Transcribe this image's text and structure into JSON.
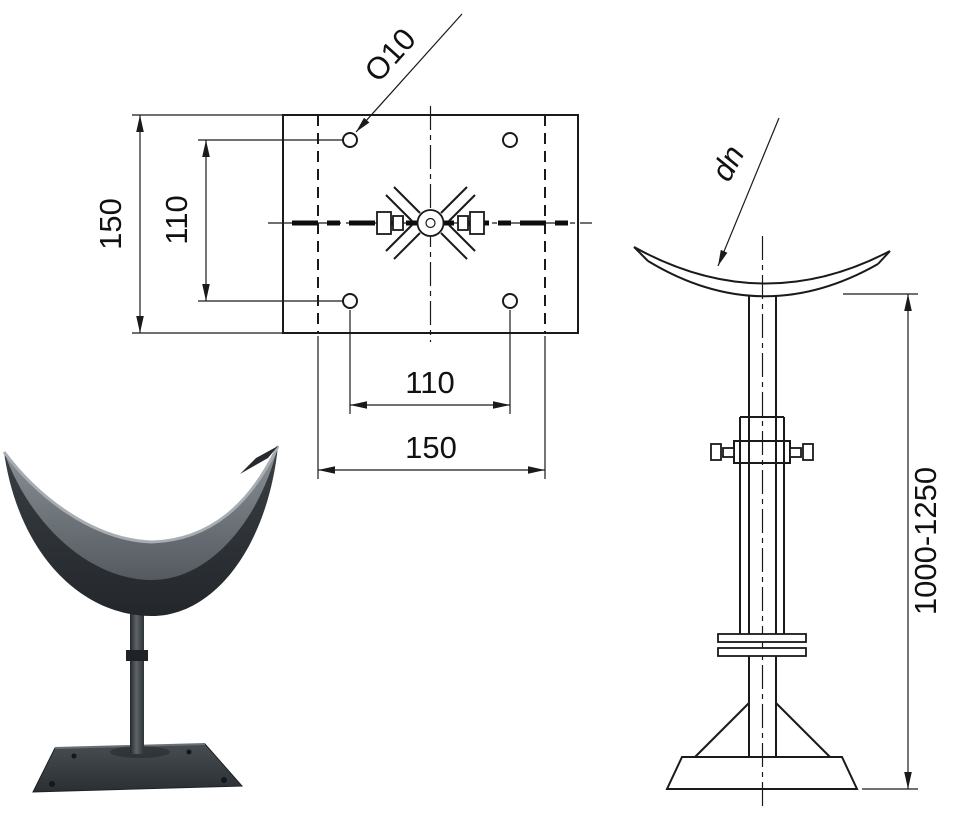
{
  "page": {
    "background": "#ffffff",
    "line_color": "#1a1a1a",
    "photo_dark": "#34383d",
    "photo_mid": "#6e757b",
    "photo_light": "#a7adb3"
  },
  "top_view": {
    "dim_height_outer": "150",
    "dim_height_inner": "110",
    "dim_width_inner": "110",
    "dim_width_outer": "150",
    "hole_diameter": "O10"
  },
  "side_view": {
    "pipe_diameter": "dn",
    "height_range": "1000-1250"
  }
}
